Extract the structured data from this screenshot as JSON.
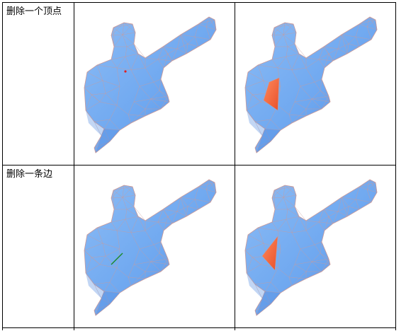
{
  "rows": [
    {
      "label": "删除一个顶点",
      "marker": "vertex"
    },
    {
      "label": "删除一条边",
      "marker": "edge"
    }
  ],
  "colors": {
    "mesh_fill": "#6fa8f0",
    "mesh_fill_light": "#8cbcf5",
    "mesh_fill_dark": "#4f8ae0",
    "wire": "#c99b9b",
    "vertex_marker": "#e02020",
    "edge_marker": "#1a8a2a",
    "removed_patch": "#f2603a"
  }
}
